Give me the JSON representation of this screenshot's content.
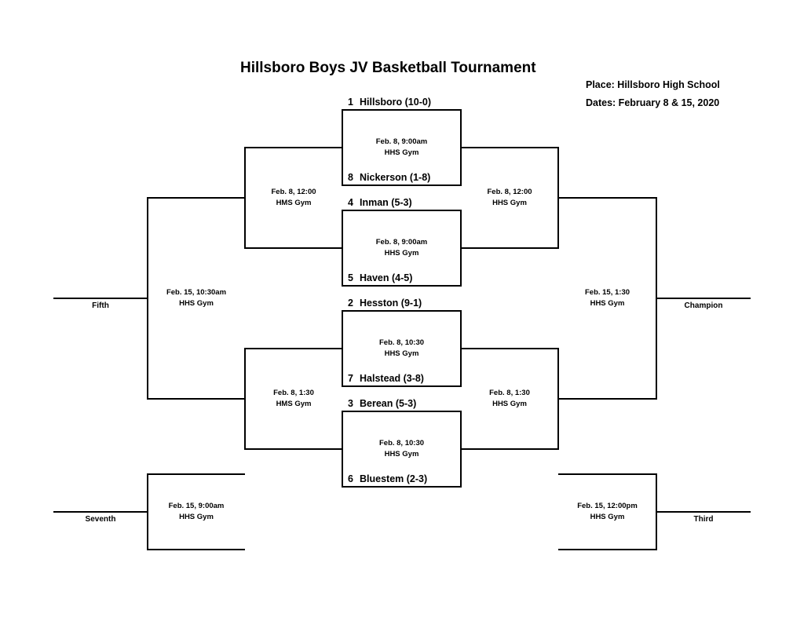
{
  "title": "Hillsboro Boys JV Basketball Tournament",
  "info": {
    "place": "Place: Hillsboro High School",
    "dates": "Dates: February 8 & 15, 2020"
  },
  "teams": [
    {
      "seed": "1",
      "name": "Hillsboro (10-0)"
    },
    {
      "seed": "8",
      "name": "Nickerson (1-8)"
    },
    {
      "seed": "4",
      "name": "Inman (5-3)"
    },
    {
      "seed": "5",
      "name": "Haven (4-5)"
    },
    {
      "seed": "2",
      "name": "Hesston (9-1)"
    },
    {
      "seed": "7",
      "name": "Halstead (3-8)"
    },
    {
      "seed": "3",
      "name": "Berean (5-3)"
    },
    {
      "seed": "6",
      "name": "Bluestem (2-3)"
    }
  ],
  "games": {
    "qf1": {
      "time": "Feb. 8, 9:00am",
      "venue": "HHS Gym"
    },
    "qf2": {
      "time": "Feb. 8, 9:00am",
      "venue": "HHS Gym"
    },
    "qf3": {
      "time": "Feb. 8, 10:30",
      "venue": "HHS Gym"
    },
    "qf4": {
      "time": "Feb. 8, 10:30",
      "venue": "HHS Gym"
    },
    "cons_top": {
      "time": "Feb. 8, 12:00",
      "venue": "HMS Gym"
    },
    "sf_top": {
      "time": "Feb. 8, 12:00",
      "venue": "HHS Gym"
    },
    "cons_bottom": {
      "time": "Feb. 8, 1:30",
      "venue": "HMS Gym"
    },
    "sf_bottom": {
      "time": "Feb. 8, 1:30",
      "venue": "HHS Gym"
    },
    "fifth": {
      "time": "Feb. 15, 10:30am",
      "venue": "HHS Gym"
    },
    "final": {
      "time": "Feb. 15, 1:30",
      "venue": "HHS Gym"
    },
    "seventh": {
      "time": "Feb. 15, 9:00am",
      "venue": "HHS Gym"
    },
    "third": {
      "time": "Feb. 15, 12:00pm",
      "venue": "HHS Gym"
    }
  },
  "results": {
    "fifth": "Fifth",
    "champion": "Champion",
    "seventh": "Seventh",
    "third": "Third"
  }
}
